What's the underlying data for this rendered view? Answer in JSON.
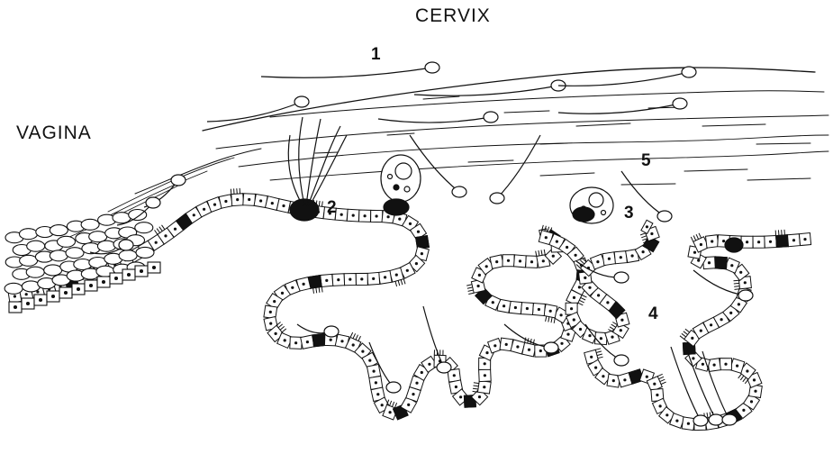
{
  "labels": {
    "cervix": "CERVIX",
    "vagina": "VAGINA",
    "n1": "1",
    "n2": "2",
    "n3": "3",
    "n4": "4",
    "n5": "5"
  },
  "colors": {
    "ink": "#111111",
    "background": "#ffffff",
    "cell_fill": "#ffffff"
  }
}
